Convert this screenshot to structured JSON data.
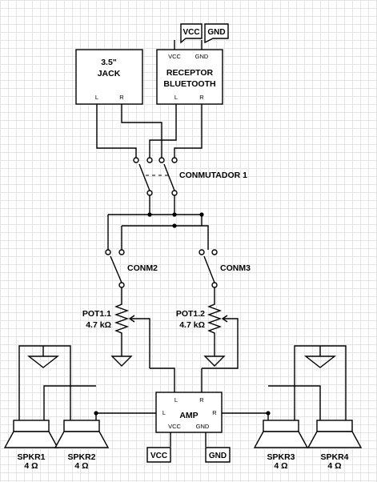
{
  "jack": {
    "line1": "3.5\"",
    "line2": "JACK",
    "pin_l": "L",
    "pin_r": "R"
  },
  "bluetooth": {
    "line1": "RECEPTOR",
    "line2": "BLUETOOTH",
    "pin_vcc": "VCC",
    "pin_gnd": "GND",
    "pin_l": "L",
    "pin_r": "R"
  },
  "power_tags": {
    "vcc_top": "VCC",
    "gnd_top": "GND",
    "vcc_bottom": "VCC",
    "gnd_bottom": "GND"
  },
  "switches": {
    "sw1": "CONMUTADOR 1",
    "sw2": "CONM2",
    "sw3": "CONM3"
  },
  "pots": {
    "pot1_name": "POT1.1",
    "pot1_value": "4.7 kΩ",
    "pot2_name": "POT1.2",
    "pot2_value": "4.7 kΩ"
  },
  "amp": {
    "label": "AMP",
    "pin_l_top": "L",
    "pin_r_top": "R",
    "pin_l_side": "L",
    "pin_r_side": "R",
    "pin_vcc": "VCC",
    "pin_gnd": "GND"
  },
  "speakers": [
    {
      "name": "SPKR1",
      "impedance": "4 Ω"
    },
    {
      "name": "SPKR2",
      "impedance": "4 Ω"
    },
    {
      "name": "SPKR3",
      "impedance": "4 Ω"
    },
    {
      "name": "SPKR4",
      "impedance": "4 Ω"
    }
  ]
}
